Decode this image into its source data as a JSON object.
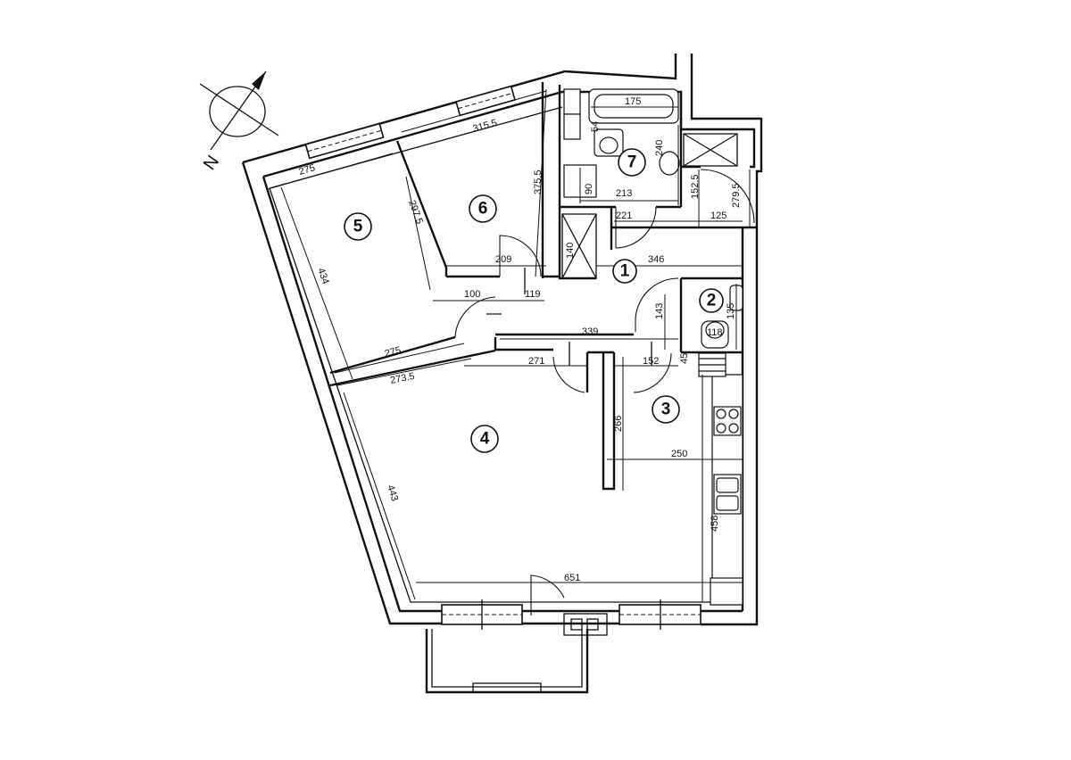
{
  "compass": {
    "letter": "N"
  },
  "rooms": [
    {
      "id": "1"
    },
    {
      "id": "2"
    },
    {
      "id": "3"
    },
    {
      "id": "4"
    },
    {
      "id": "5"
    },
    {
      "id": "6"
    },
    {
      "id": "7"
    }
  ],
  "dimensions": {
    "d275_top": "275",
    "d315_5": "315.5",
    "d175": "175",
    "d240": "240",
    "d54": "54",
    "d90": "90",
    "d213": "213",
    "d221": "221",
    "d152_5": "152.5",
    "d279_5": "279.5",
    "d125": "125",
    "d375_5": "375.5",
    "d297_5": "297.5",
    "d434": "434",
    "d209": "209",
    "d140": "140",
    "d346": "346",
    "d100": "100",
    "d119": "119",
    "d143": "143",
    "d135": "135",
    "d118": "118",
    "d339": "339",
    "d275_mid": "275",
    "d271": "271",
    "d152": "152",
    "d45": "45",
    "d273_5": "273.5",
    "d266": "266",
    "d250": "250",
    "d443": "443",
    "d458": "458",
    "d651": "651"
  }
}
